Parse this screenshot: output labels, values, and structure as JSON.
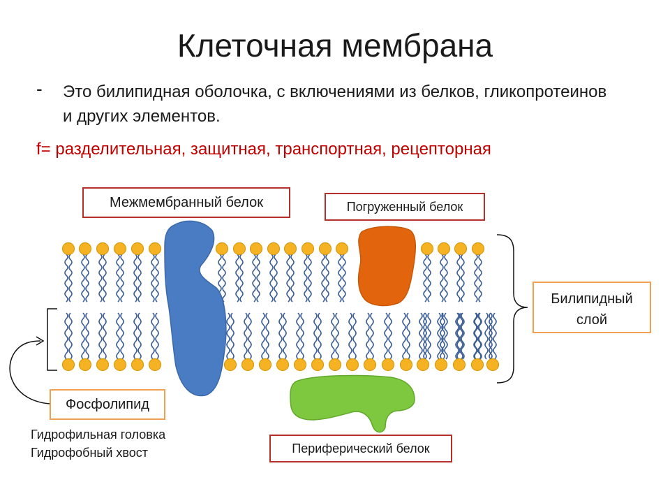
{
  "title": "Клеточная мембрана",
  "definition": {
    "marker": "-",
    "text": "Это билипидная оболочка, с включениями из белков, гликопротеинов и других элементов."
  },
  "functions": "f= разделительная, защитная, транспортная, рецепторная",
  "labels": {
    "transmembrane_protein": "Межмембранный белок",
    "embedded_protein": "Погруженный белок",
    "bilayer": [
      "Билипидный",
      "слой"
    ],
    "phospholipid": "Фосфолипид",
    "peripheral_protein": "Периферический белок"
  },
  "notes": {
    "head": "Гидрофильная головка",
    "tail": "Гидрофобный хвост"
  },
  "colors": {
    "head_fill": "#f5b324",
    "head_stroke": "#d89a10",
    "tail": "#3d5f93",
    "transmembrane_protein": "#4a7cc4",
    "embedded_protein": "#e2650e",
    "peripheral_protein": "#7dc83e",
    "label_border": "#b5302a",
    "bilayer_border": "#f0a050",
    "function_text": "#c00000"
  }
}
